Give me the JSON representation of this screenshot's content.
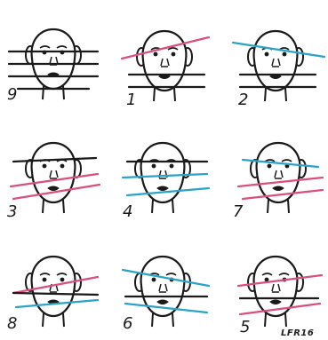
{
  "faces": [
    {
      "number": "9",
      "lines": [
        "black",
        "black",
        "black",
        "black"
      ]
    },
    {
      "number": "1",
      "lines": [
        "pink",
        "black",
        "black"
      ]
    },
    {
      "number": "2",
      "lines": [
        "blue",
        "black",
        "black"
      ]
    },
    {
      "number": "3",
      "lines": [
        "black",
        "pink",
        "pink"
      ]
    },
    {
      "number": "4",
      "lines": [
        "black",
        "blue",
        "blue"
      ]
    },
    {
      "number": "7",
      "lines": [
        "blue",
        "pink",
        "pink"
      ]
    },
    {
      "number": "8",
      "lines": [
        "pink",
        "black",
        "blue"
      ]
    },
    {
      "number": "6",
      "lines": [
        "blue",
        "black",
        "blue"
      ]
    },
    {
      "number": "5",
      "lines": [
        "pink",
        "black",
        "pink"
      ]
    }
  ],
  "signature": "LFR16",
  "colors": {
    "ink": "#1a1a1a",
    "pink": "#d94f7e",
    "blue": "#2aa3c8",
    "black": "#1a1a1a"
  }
}
